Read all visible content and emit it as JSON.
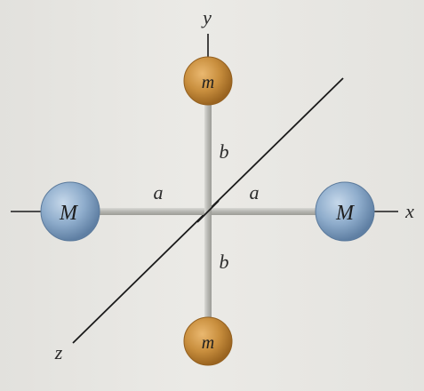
{
  "diagram": {
    "axis_labels": {
      "x": "x",
      "y": "y",
      "z": "z"
    },
    "distance_labels": {
      "left": "a",
      "right": "a",
      "upper": "b",
      "lower": "b"
    },
    "masses": {
      "left": "M",
      "right": "M",
      "top": "m",
      "bottom": "m"
    },
    "colors": {
      "heavy_mass": "#8aa8c8",
      "light_mass": "#c98f3e",
      "rod": "#bdbdb8",
      "axis": "#1a1a1a"
    }
  }
}
